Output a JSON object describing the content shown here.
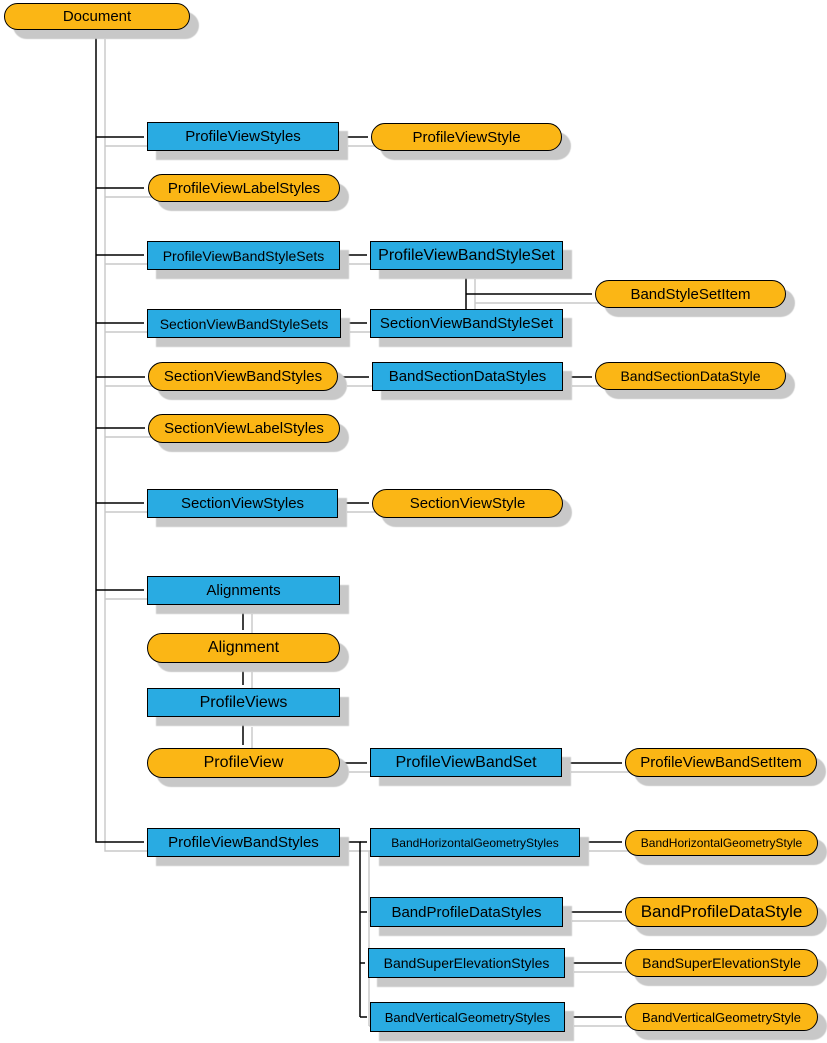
{
  "colors": {
    "node_blue": "#29ABE2",
    "node_orange": "#FBB615",
    "shadow": "#C8C8C8",
    "line": "#000000"
  },
  "nodes": {
    "document": "Document",
    "profileViewStyles": "ProfileViewStyles",
    "profileViewStyle": "ProfileViewStyle",
    "profileViewLabelStyles": "ProfileViewLabelStyles",
    "profileViewBandStyleSets": "ProfileViewBandStyleSets",
    "profileViewBandStyleSet": "ProfileViewBandStyleSet",
    "bandStyleSetItem": "BandStyleSetItem",
    "sectionViewBandStyleSets": "SectionViewBandStyleSets",
    "sectionViewBandStyleSet": "SectionViewBandStyleSet",
    "sectionViewBandStyles": "SectionViewBandStyles",
    "bandSectionDataStyles": "BandSectionDataStyles",
    "bandSectionDataStyle": "BandSectionDataStyle",
    "sectionViewLabelStyles": "SectionViewLabelStyles",
    "sectionViewStyles": "SectionViewStyles",
    "sectionViewStyle": "SectionViewStyle",
    "alignments": "Alignments",
    "alignment": "Alignment",
    "profileViews": "ProfileViews",
    "profileView": "ProfileView",
    "profileViewBandSet": "ProfileViewBandSet",
    "profileViewBandSetItem": "ProfileViewBandSetItem",
    "profileViewBandStyles": "ProfileViewBandStyles",
    "bandHorizontalGeometryStyles": "BandHorizontalGeometryStyles",
    "bandHorizontalGeometryStyle": "BandHorizontalGeometryStyle",
    "bandProfileDataStyles": "BandProfileDataStyles",
    "bandProfileDataStyle": "BandProfileDataStyle",
    "bandSuperElevationStyles": "BandSuperElevationStyles",
    "bandSuperElevationStyle": "BandSuperElevationStyle",
    "bandVerticalGeometryStyles": "BandVerticalGeometryStyles",
    "bandVerticalGeometryStyle": "BandVerticalGeometryStyle"
  }
}
